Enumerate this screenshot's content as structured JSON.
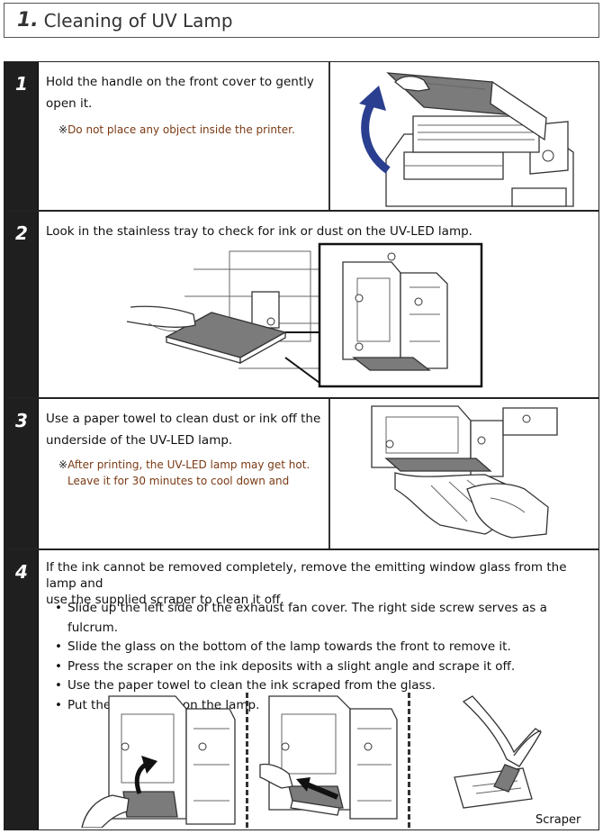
{
  "section": {
    "number": "1.",
    "title": "Cleaning of UV Lamp"
  },
  "steps": [
    {
      "number": "1",
      "text_line1": "Hold the handle on the front cover to gently",
      "text_line2": "open it.",
      "note_mark": "※",
      "note": "Do not place any object inside the printer."
    },
    {
      "number": "2",
      "text": "Look in the stainless tray to check for ink or dust on the UV-LED lamp."
    },
    {
      "number": "3",
      "text_line1": "Use a paper towel to clean dust or ink off the",
      "text_line2": "underside of the UV-LED lamp.",
      "note_mark": "※",
      "note_line1": "After printing, the UV-LED lamp may get hot.",
      "note_line2": "Leave it for 30 minutes to cool down and"
    },
    {
      "number": "4",
      "text_line1": "If the ink cannot be removed completely, remove the emitting window glass from the lamp and",
      "text_line2": "use the supplied scraper to clean it off.",
      "bullets": [
        "Slide up the left side of the exhaust fan cover. The right side screw serves as a fulcrum.",
        "Slide the glass on the bottom of the lamp towards the front to remove it.",
        "Press the scraper on the ink deposits with a slight angle and scrape it off.",
        "Use the paper towel to clean the ink scraped from the glass.",
        "Put the glass back on the lamp."
      ],
      "scraper_label": "Scraper"
    }
  ],
  "colors": {
    "arrow_blue": "#2a3f8f",
    "note_brown": "#7a3a14",
    "step_bar": "#1f1f1f"
  }
}
